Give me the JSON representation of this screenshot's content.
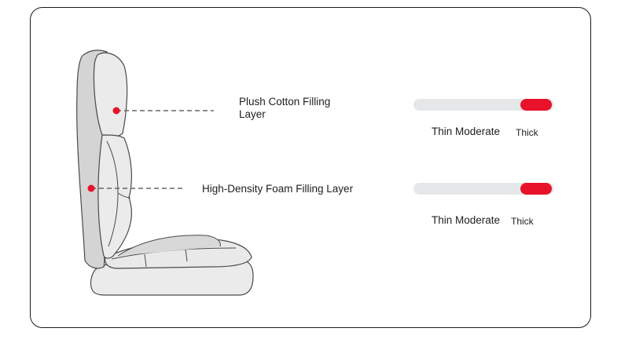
{
  "layers": [
    {
      "id": "plush",
      "label_line1": "Plush Cotton Filling",
      "label_line2": "Layer",
      "thickness_level": 0.87,
      "scale": {
        "left": "Thin Moderate",
        "right": "Thick"
      }
    },
    {
      "id": "foam",
      "label": "High-Density Foam Filling Layer",
      "thickness_level": 0.87,
      "scale": {
        "left": "Thin Moderate",
        "right": "Thick"
      }
    }
  ],
  "colors": {
    "accent": "#e8132a",
    "track": "#e6e7e9",
    "seat_fill": "#ebebeb",
    "seat_side": "#d4d4d4",
    "outline": "#4a4a4a",
    "border": "#1a1a1a"
  },
  "icons": {
    "marker": "red-dot-marker"
  }
}
